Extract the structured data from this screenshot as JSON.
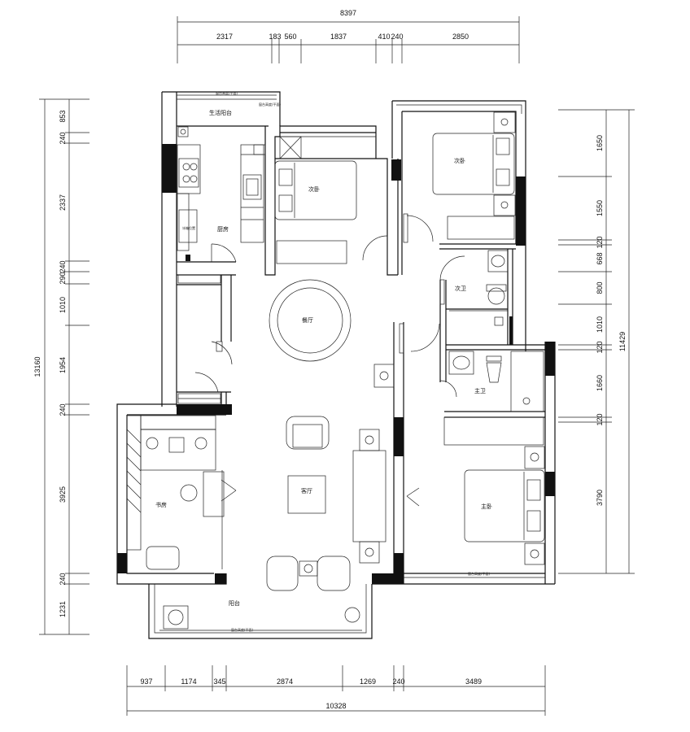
{
  "dimensions": {
    "top_total": "8397",
    "top_segments": [
      "2317",
      "183",
      "560",
      "1837",
      "410",
      "240",
      "2850"
    ],
    "bottom_total": "10328",
    "bottom_segments": [
      "937",
      "1174",
      "345",
      "2874",
      "1269",
      "240",
      "3489"
    ],
    "left_total": "13160",
    "left_segments": [
      "853",
      "240",
      "2337",
      "240",
      "290",
      "1010",
      "1954",
      "240",
      "3925",
      "240",
      "1231"
    ],
    "right_total": "11429",
    "right_segments": [
      "1650",
      "1550",
      "120",
      "668",
      "800",
      "1010",
      "120",
      "1660",
      "120",
      "3790"
    ]
  },
  "rooms": {
    "utility_balcony": "生活阳台",
    "kitchen": "厨房",
    "bedroom_secondary_1": "次卧",
    "bedroom_secondary_2": "次卧",
    "dining": "餐厅",
    "guest_bath": "次卫",
    "master_bath": "主卫",
    "living": "客厅",
    "study": "书房",
    "master_bedroom": "主卧",
    "balcony": "阳台"
  },
  "annotations": {
    "window_note": "窗台高度(平面)",
    "fridge_note": "冰箱位置"
  }
}
